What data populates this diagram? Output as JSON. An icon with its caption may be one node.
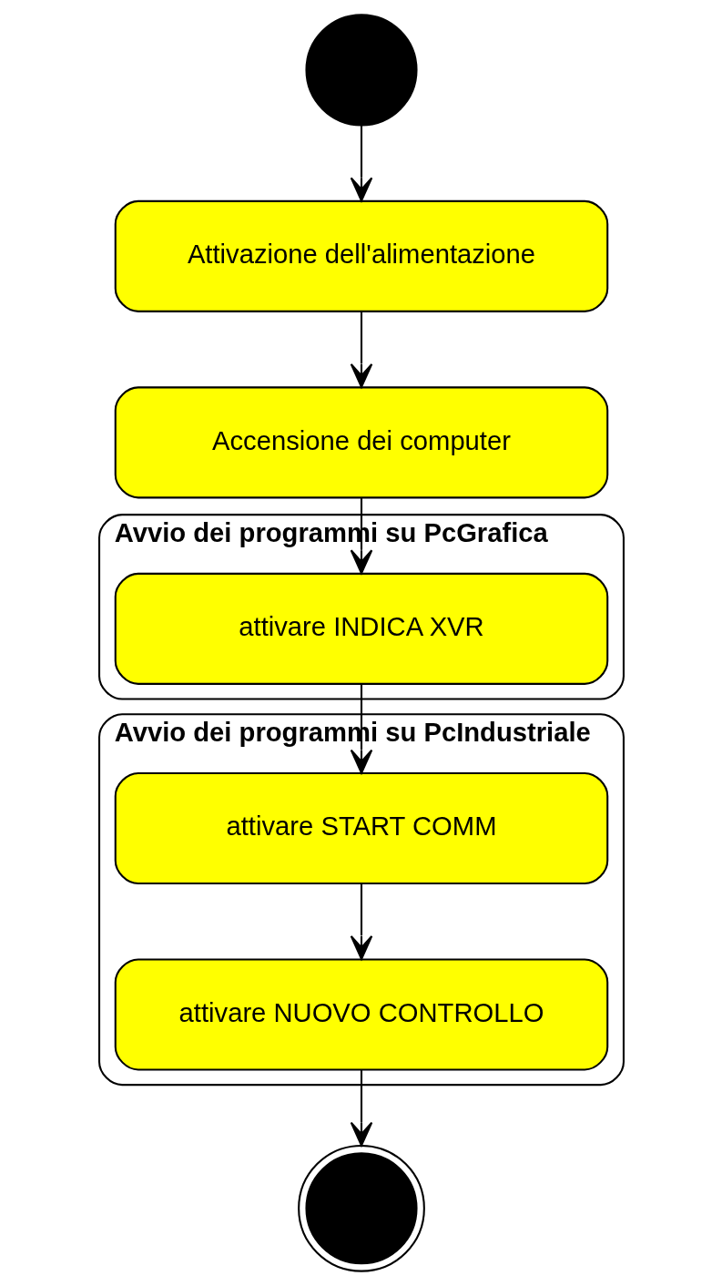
{
  "diagram": {
    "nodes": [
      {
        "text": [],
        "shape": "circle"
      },
      {
        "text": [
          "Attivazione dell'alimentazione"
        ]
      },
      {
        "text": [
          "Accensione dei computer"
        ]
      },
      {
        "text": [
          "Avvio dei programmi su PcGrafica"
        ]
      },
      {
        "text": [
          "attivare INDICA XVR"
        ],
        "in": 3
      },
      {
        "text": [
          "Avvio dei programmi su PcIndustriale"
        ]
      },
      {
        "text": [
          "attivare START COMM"
        ],
        "in": 5
      },
      {
        "text": [
          "attivare NUOVO CONTROLLO"
        ],
        "in": 5
      },
      {
        "text": [],
        "shape": "bullseye"
      }
    ],
    "edges": [
      {
        "from": 0,
        "to": 1,
        "arrow": "to"
      },
      {
        "from": 1,
        "to": 2,
        "arrow": "to"
      },
      {
        "from": 2,
        "to": 4,
        "arrow": "to"
      },
      {
        "from": 4,
        "to": 6,
        "arrow": "to"
      },
      {
        "from": 6,
        "to": 7,
        "arrow": "to"
      },
      {
        "from": 7,
        "to": 8,
        "arrow": "to"
      }
    ]
  }
}
